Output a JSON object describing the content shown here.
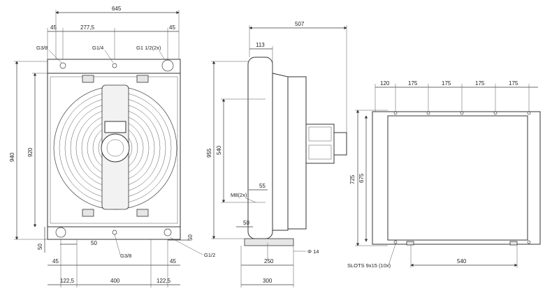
{
  "front_view": {
    "width_total": "645",
    "left_offset": "45",
    "port_spacing": "277,5",
    "right_offset": "45",
    "height_total": "940",
    "height_core": "920",
    "bottom_offset": "50",
    "port_g38_top": "G3/8",
    "port_g14": "G1/4",
    "port_g1_12": "G1 1/2(2x)",
    "port_g38_bottom": "G3/8",
    "port_g12": "G1/2",
    "bottom_45_left": "45",
    "bottom_45_right": "45",
    "bottom_50_left": "50",
    "bottom_50_right": "50",
    "foot_a": "122,5",
    "foot_b": "400",
    "foot_c": "122,5"
  },
  "side_view": {
    "depth_total": "507",
    "depth_top": "113",
    "height_total": "955",
    "height_inner": "540",
    "bolt_label": "M8(2x)",
    "bolt_dim": "55",
    "bottom_dim": "50",
    "hole_dia": "Φ 14",
    "base_a": "250",
    "base_b": "300"
  },
  "top_view": {
    "spacings": [
      "120",
      "175",
      "175",
      "175",
      "175"
    ],
    "height_total": "725",
    "height_inner": "675",
    "slots_label": "SLOTS 9x15 (10x)",
    "slot_spacing": "540"
  }
}
